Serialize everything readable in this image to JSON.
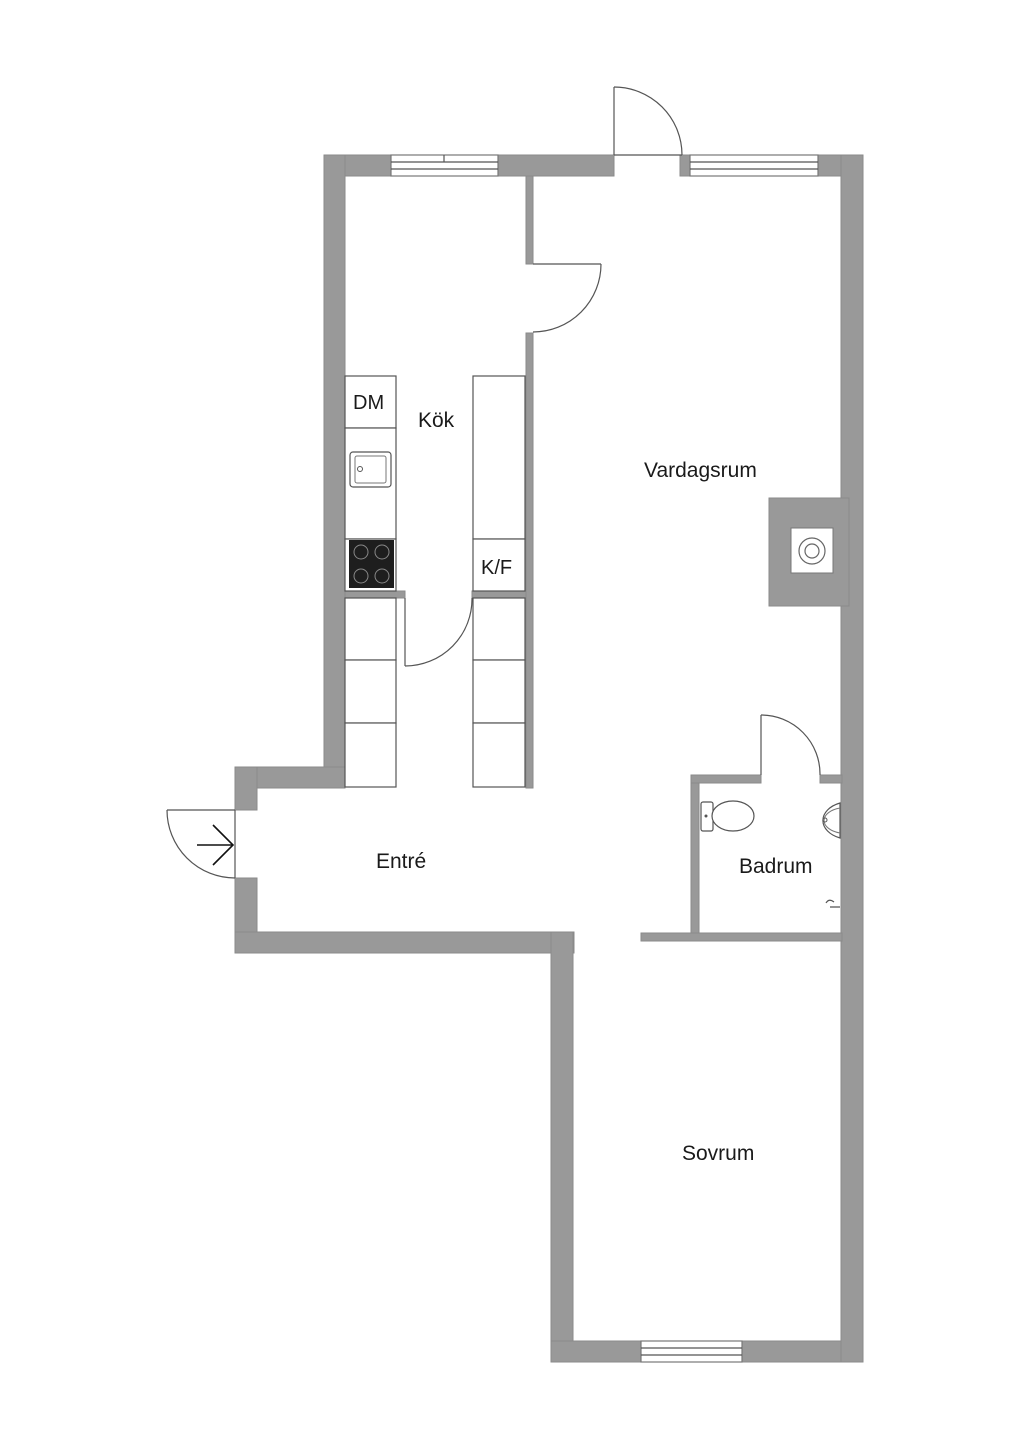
{
  "rooms": {
    "kok": "Kök",
    "vardagsrum": "Vardagsrum",
    "entre": "Entré",
    "badrum": "Badrum",
    "sovrum": "Sovrum"
  },
  "fixtures": {
    "dishwasher": "DM",
    "fridge_freezer": "K/F"
  },
  "colors": {
    "wall": "#999999",
    "background": "#ffffff",
    "line": "#555555",
    "stove": "#1e1e1e"
  }
}
